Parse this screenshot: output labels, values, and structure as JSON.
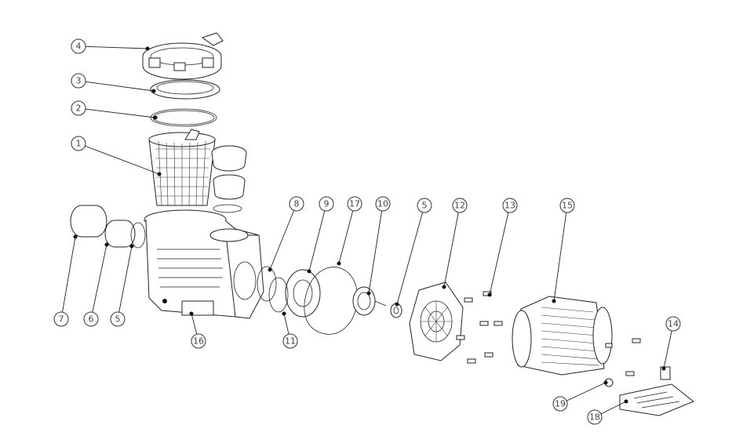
{
  "diagram": {
    "callouts": [
      {
        "id": "4",
        "label": "4"
      },
      {
        "id": "3",
        "label": "3"
      },
      {
        "id": "2",
        "label": "2"
      },
      {
        "id": "1",
        "label": "1"
      },
      {
        "id": "7",
        "label": "7"
      },
      {
        "id": "6",
        "label": "6"
      },
      {
        "id": "5a",
        "label": "5"
      },
      {
        "id": "16",
        "label": "16"
      },
      {
        "id": "8",
        "label": "8"
      },
      {
        "id": "9",
        "label": "9"
      },
      {
        "id": "17",
        "label": "17"
      },
      {
        "id": "10",
        "label": "10"
      },
      {
        "id": "11",
        "label": "11"
      },
      {
        "id": "5b",
        "label": "5"
      },
      {
        "id": "12",
        "label": "12"
      },
      {
        "id": "13",
        "label": "13"
      },
      {
        "id": "15",
        "label": "15"
      },
      {
        "id": "19",
        "label": "19"
      },
      {
        "id": "14",
        "label": "14"
      },
      {
        "id": "18",
        "label": "18"
      }
    ]
  }
}
